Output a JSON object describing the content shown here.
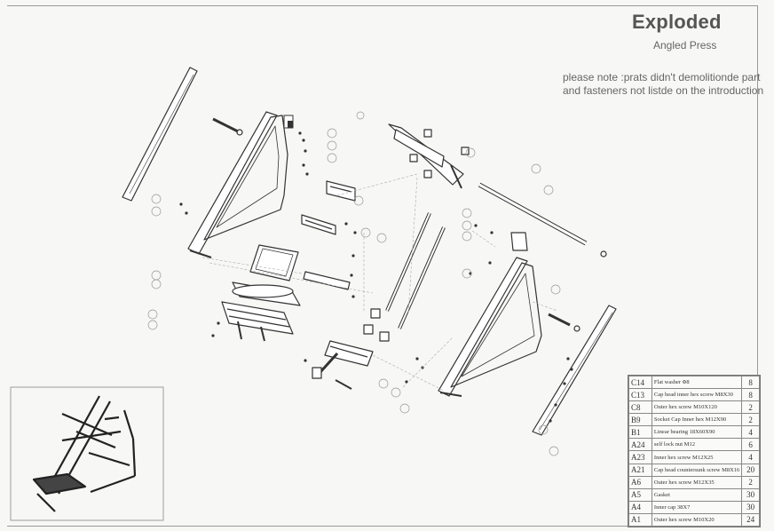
{
  "drawing": {
    "title": "Exploded",
    "subtitle": "Angled Press",
    "note": "please note :prats didn't demolitionde part and fasteners not listde on the introduction"
  },
  "parts_table": [
    {
      "code": "C14",
      "description": "Flat washer Φ8",
      "qty": "8"
    },
    {
      "code": "C13",
      "description": "Cap head inner hex screw M8X30",
      "qty": "8"
    },
    {
      "code": "C8",
      "description": "Outer hex screw M10X120",
      "qty": "2"
    },
    {
      "code": "B9",
      "description": "Socket Cap Inner hex M12X90",
      "qty": "2"
    },
    {
      "code": "B1",
      "description": "Linear bearing 18X60X90",
      "qty": "4"
    },
    {
      "code": "A24",
      "description": "self lock nut M12",
      "qty": "6"
    },
    {
      "code": "A23",
      "description": "Inner hex screw M12X25",
      "qty": "4"
    },
    {
      "code": "A21",
      "description": "Cap head countersunk screw M8X16",
      "qty": "20"
    },
    {
      "code": "A6",
      "description": "Outer hex screw M12X35",
      "qty": "2"
    },
    {
      "code": "A5",
      "description": "Gasket",
      "qty": "30"
    },
    {
      "code": "A4",
      "description": "Inner cap 38X7",
      "qty": "30"
    },
    {
      "code": "A1",
      "description": "Outer hex screw M10X20",
      "qty": "24"
    }
  ],
  "colors": {
    "line": "#333333",
    "faint": "#888888",
    "paper": "#f7f7f5"
  }
}
